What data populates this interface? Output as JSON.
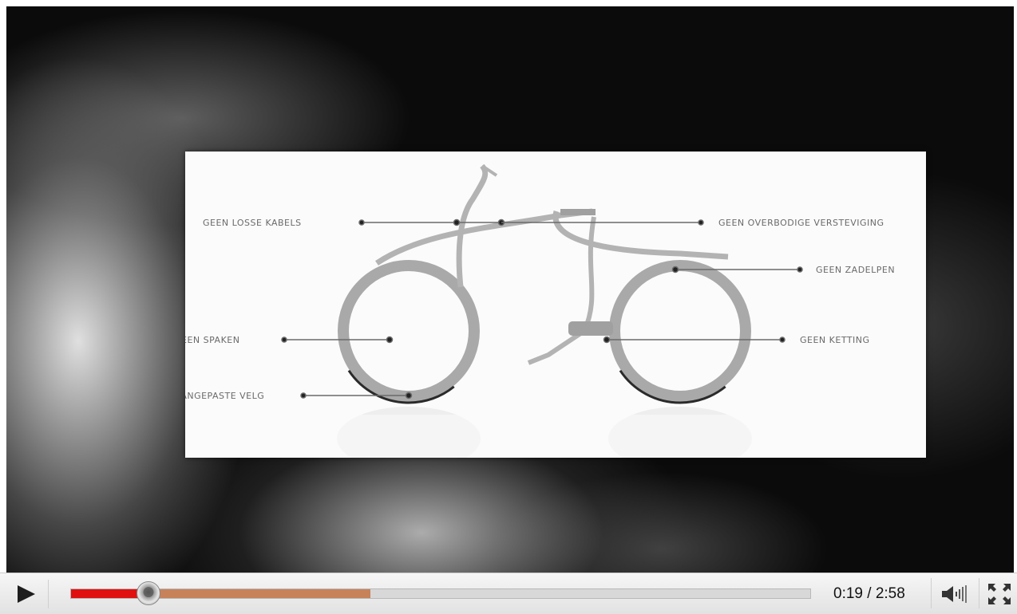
{
  "video": {
    "slide_labels": [
      "GEEN LOSSE KABELS",
      "GEEN OVERBODIGE VERSTEVIGING",
      "GEEN ZADELPEN",
      "GEEN SPAKEN",
      "GEEN KETTING",
      "AANGEPASTE VELG"
    ]
  },
  "controls": {
    "current_time": "0:19",
    "duration": "2:58",
    "time_separator": " / ",
    "played_fraction": 0.105,
    "buffered_fraction": 0.405
  },
  "icons": {
    "play": "play-icon",
    "volume": "volume-icon",
    "fullscreen": "fullscreen-icon"
  }
}
